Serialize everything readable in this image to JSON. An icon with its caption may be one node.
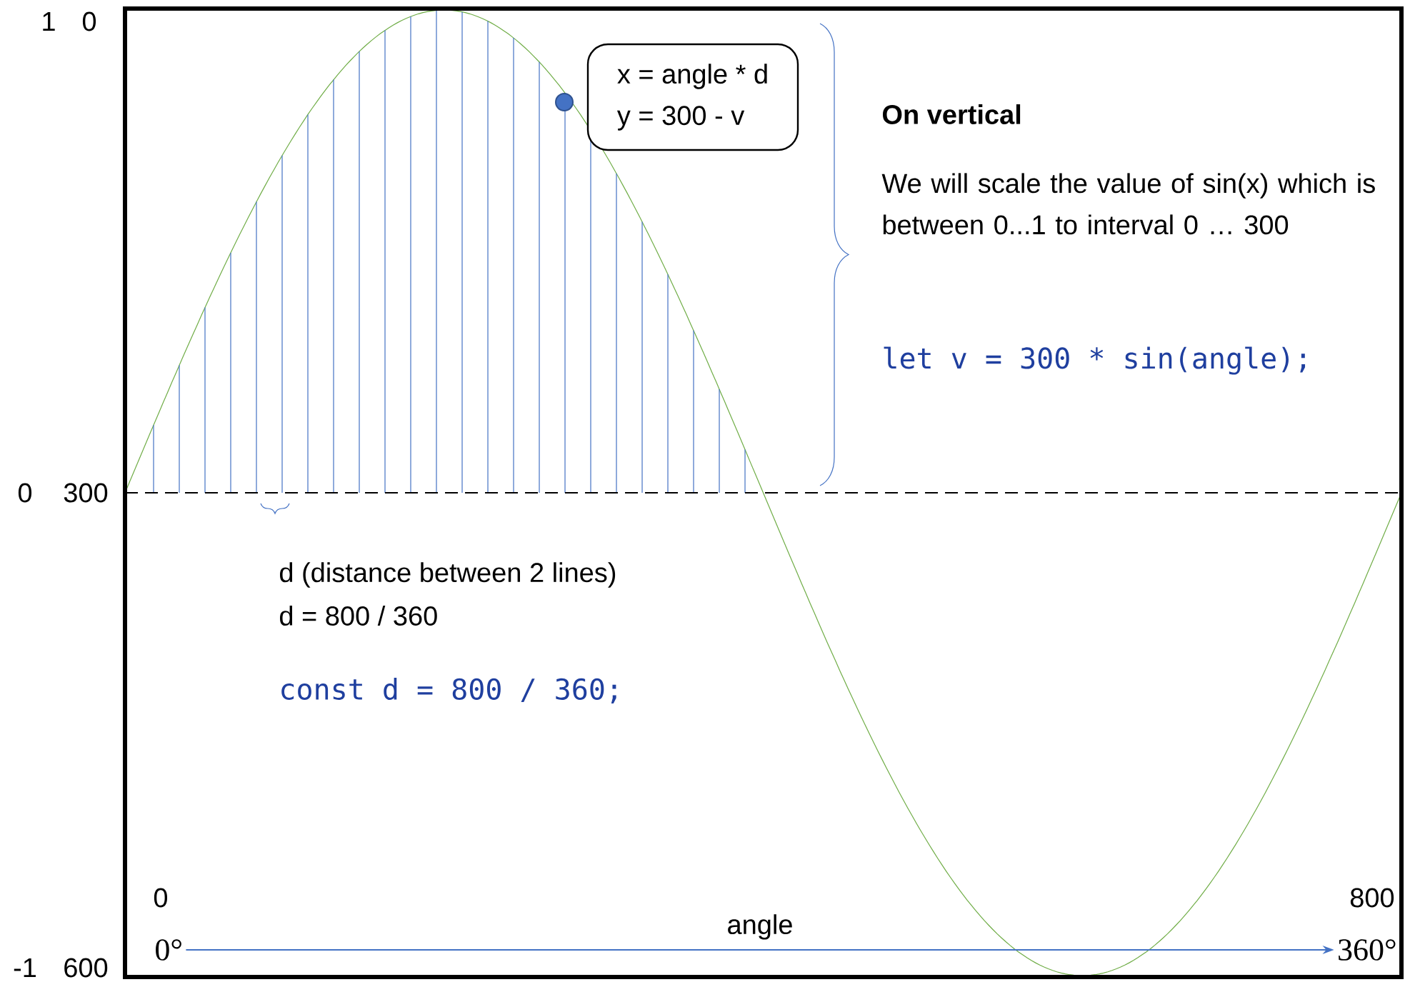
{
  "diagram": {
    "nodes": [
      {
        "text": [
          "x = angle * d",
          "y = 300 - v"
        ]
      },
      {
        "text": [
          "0°"
        ]
      },
      {
        "text": [
          "360°"
        ]
      }
    ],
    "edges": [
      {
        "from": 1,
        "to": 2,
        "arrow": "to",
        "label": "angle"
      }
    ],
    "labels": [
      "1",
      "0",
      "On vertical",
      "We will scale the value of sin(x) which is between 0...1 to interval 0 … 300",
      "let v = 300 * sin(angle);",
      "0",
      "300",
      "d (distance between 2 lines)",
      "d = 800 / 360",
      "const d = 800 / 360;",
      "0",
      "800",
      "-1",
      "600"
    ]
  }
}
